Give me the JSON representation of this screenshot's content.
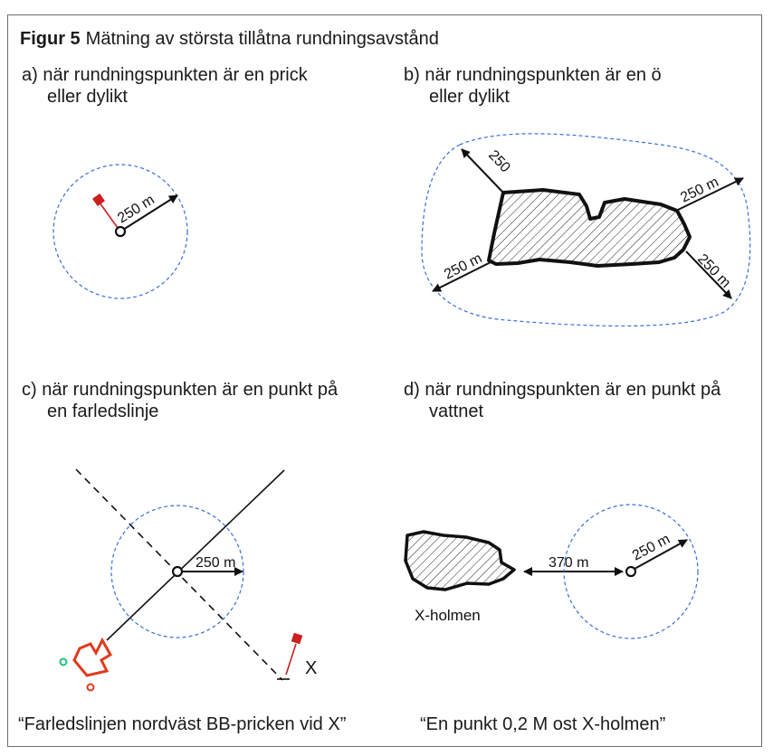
{
  "figure": {
    "label": "Figur 5",
    "title": "Mätning av största tillåtna rundningsavstånd"
  },
  "panels": {
    "a": {
      "line1": "a)  när rundningspunkten är en prick",
      "line2": "eller dylikt",
      "distance": "250 m"
    },
    "b": {
      "line1": "b)  när rundningspunkten är en ö",
      "line2": "eller dylikt",
      "distance_nw": "250",
      "distance_ne": "250 m",
      "distance_sw": "250 m",
      "distance_se": "250 m"
    },
    "c": {
      "line1": "c)  när rundningspunkten är en punkt på",
      "line2": "en farledslinje",
      "distance": "250 m",
      "marker": "X",
      "caption": "“Farledslinjen nordväst BB-pricken vid X”"
    },
    "d": {
      "line1": "d)  när rundningspunkten är en punkt på",
      "line2": "vattnet",
      "distance": "250 m",
      "between": "370 m",
      "island": "X-holmen",
      "caption": "“En punkt 0,2 M ost X-holmen”"
    }
  },
  "colors": {
    "circle": "#3a6fd8",
    "mark": "#cc1f1f",
    "accent": "#e03a1c",
    "dot": "#22c07a"
  }
}
